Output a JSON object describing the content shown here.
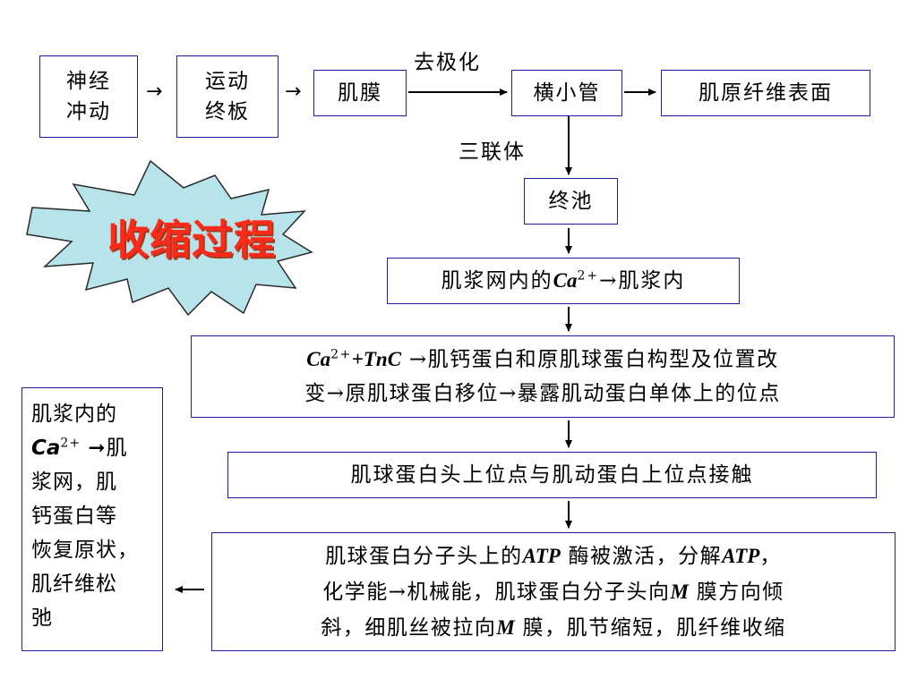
{
  "row1": {
    "nerve": [
      "神经",
      "冲动"
    ],
    "endplate": [
      "运动",
      "终板"
    ],
    "membrane": "肌膜",
    "depolarization": "去极化",
    "t_tubule": "横小管",
    "fiber_surface": "肌原纤维表面"
  },
  "triad_label": "三联体",
  "terminal_cisterna": "终池",
  "step_ca_release": {
    "prefix": "肌浆网内的",
    "ion": "Ca",
    "charge": "2+",
    "suffix": "→肌浆内"
  },
  "step_tnc": {
    "ion": "Ca",
    "charge": "2+",
    "plus_tnc": "+TnC",
    "line1_rest": " →肌钙蛋白和原肌球蛋白构型及位置改",
    "line2": "变→原肌球蛋白移位→暴露肌动蛋白单体上的位点"
  },
  "step_contact": "肌球蛋白头上位点与肌动蛋白上位点接触",
  "step_atp": {
    "l1a": "肌球蛋白分子头上的",
    "atp1": "ATP",
    "l1b": " 酶被激活，分解",
    "atp2": "ATP",
    "l1c": "，",
    "l2a": "化学能→机械能，肌球蛋白分子头向",
    "m1": "M",
    "l2b": " 膜方向倾",
    "l3a": "斜，细肌丝被拉向",
    "m2": "M",
    "l3b": " 膜，肌节缩短，肌纤维收缩"
  },
  "relax": {
    "l1": "肌浆内的",
    "ion": "Ca",
    "charge": "2+",
    "l2b": " ➞肌",
    "l3": "浆网，肌",
    "l4": "钙蛋白等",
    "l5": "恢复原状，",
    "l6": "肌纤维松",
    "l7": "弛"
  },
  "burst_title": "收缩过程",
  "arrows": {
    "right": "→",
    "left": "←",
    "down": "↓"
  },
  "colors": {
    "box_border": "#1f1f9a",
    "burst_fill": "#b7e3ea",
    "title_red": "#ff2a1a"
  }
}
